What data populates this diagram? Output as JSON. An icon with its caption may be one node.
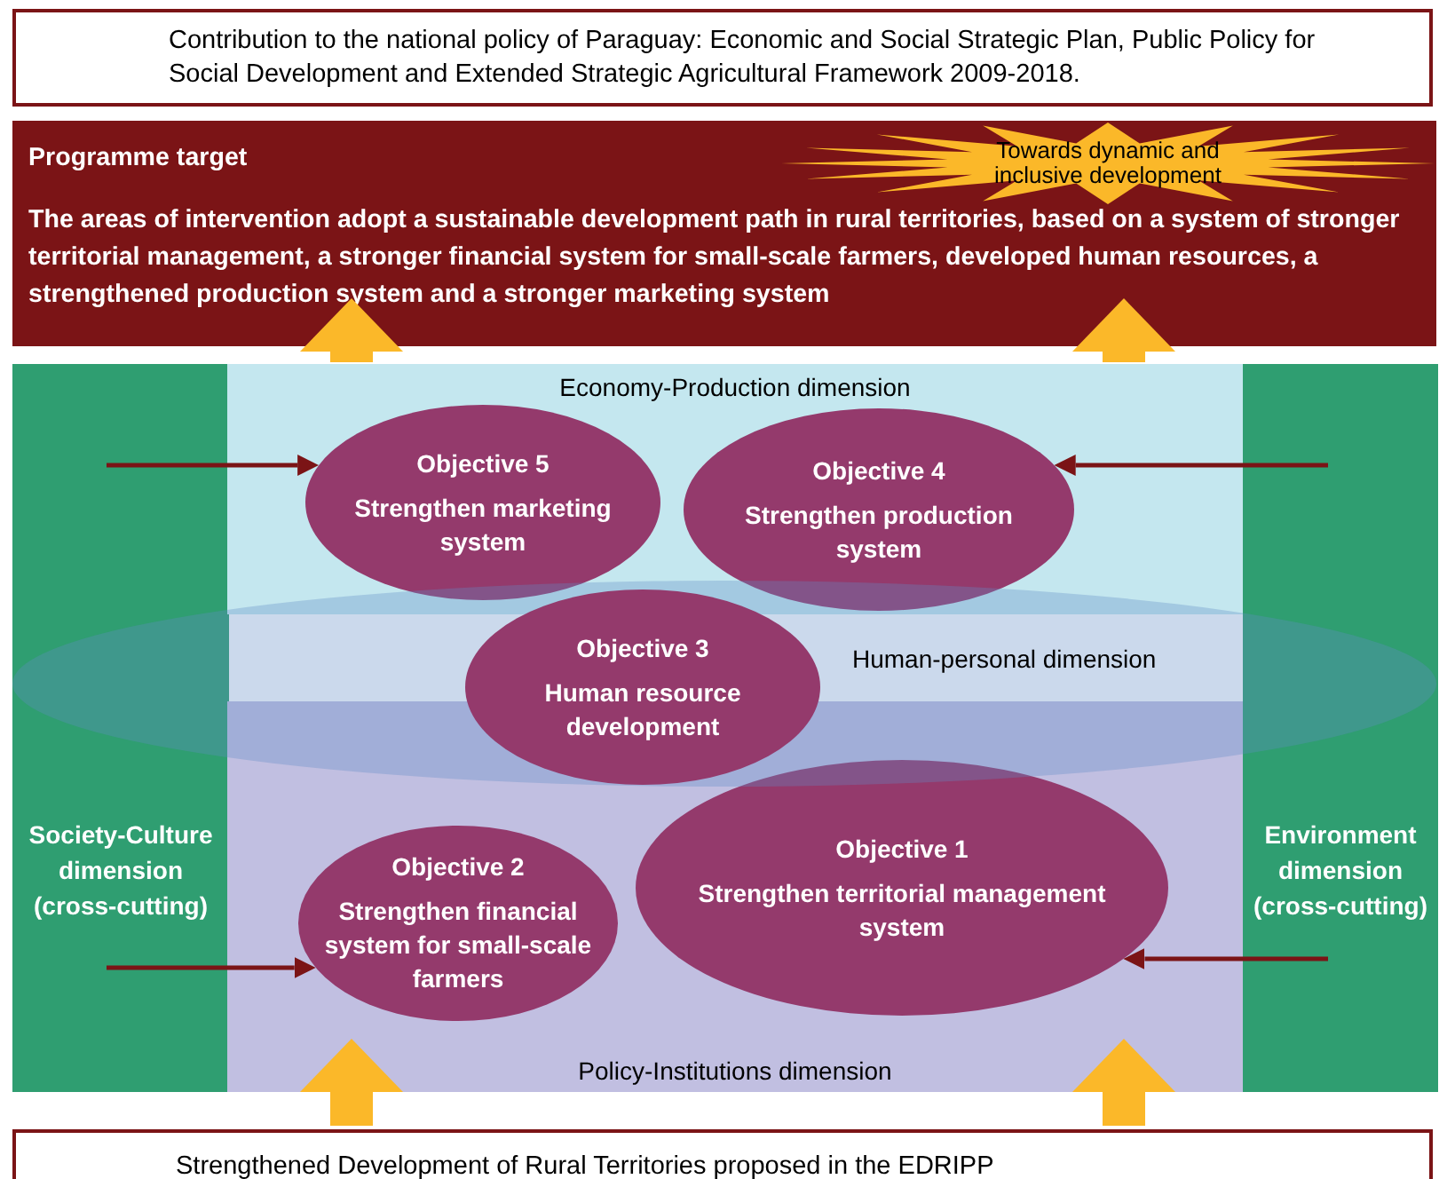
{
  "diagram": {
    "nodes": [
      {
        "text": [
          "Contribution to the national policy of Paraguay: Economic and Social Strategic Plan, Public Policy for Social Development and Extended Strategic Agricultural Framework 2009-2018."
        ]
      },
      {
        "text": [
          "Programme target",
          "The areas of intervention adopt a sustainable development path in rural territories, based on a system of stronger territorial management, a stronger financial system for small-scale farmers, developed human resources, a strengthened production system and a stronger marketing system"
        ]
      },
      {
        "text": [
          "Towards dynamic and inclusive development"
        ],
        "in": 1
      },
      {
        "text": [
          "Society-Culture dimension (cross-cutting)"
        ]
      },
      {
        "text": [
          "Economy-Production dimension"
        ]
      },
      {
        "text": [
          "Objective 5",
          "Strengthen marketing system"
        ],
        "in": 4
      },
      {
        "text": [
          "Objective 4",
          "Strengthen production system"
        ],
        "in": 4
      },
      {
        "text": [
          "Environment dimension (cross-cutting)"
        ]
      },
      {
        "text": [
          "Human-personal dimension"
        ]
      },
      {
        "text": [
          "Objective 3",
          "Human resource development"
        ],
        "in": 8
      },
      {
        "text": [
          "Policy-Institutions dimension"
        ]
      },
      {
        "text": [
          "Objective 2",
          "Strengthen financial system for small-scale farmers"
        ],
        "in": 10
      },
      {
        "text": [
          "Objective 1",
          "Strengthen territorial management system"
        ],
        "in": 10
      },
      {
        "text": [
          "Strengthened Development of Rural Territories proposed in the EDRIPP"
        ]
      }
    ],
    "edges": [
      {
        "from": 3,
        "to": 5,
        "arrow": "to",
        "color": "#7b1416"
      },
      {
        "from": 7,
        "to": 6,
        "arrow": "to",
        "color": "#7b1416"
      },
      {
        "from": 3,
        "to": 11,
        "arrow": "to",
        "color": "#7b1416"
      },
      {
        "from": 7,
        "to": 12,
        "arrow": "to",
        "color": "#7b1416"
      },
      {
        "from": 13,
        "to": 10,
        "arrow": "to",
        "style": "thick",
        "color": "#fbb829"
      },
      {
        "from": 13,
        "to": 10,
        "arrow": "to",
        "style": "thick",
        "color": "#fbb829"
      },
      {
        "from": 4,
        "to": 1,
        "arrow": "to",
        "style": "thick",
        "color": "#fbb829"
      },
      {
        "from": 4,
        "to": 1,
        "arrow": "to",
        "style": "thick",
        "color": "#fbb829"
      }
    ]
  }
}
